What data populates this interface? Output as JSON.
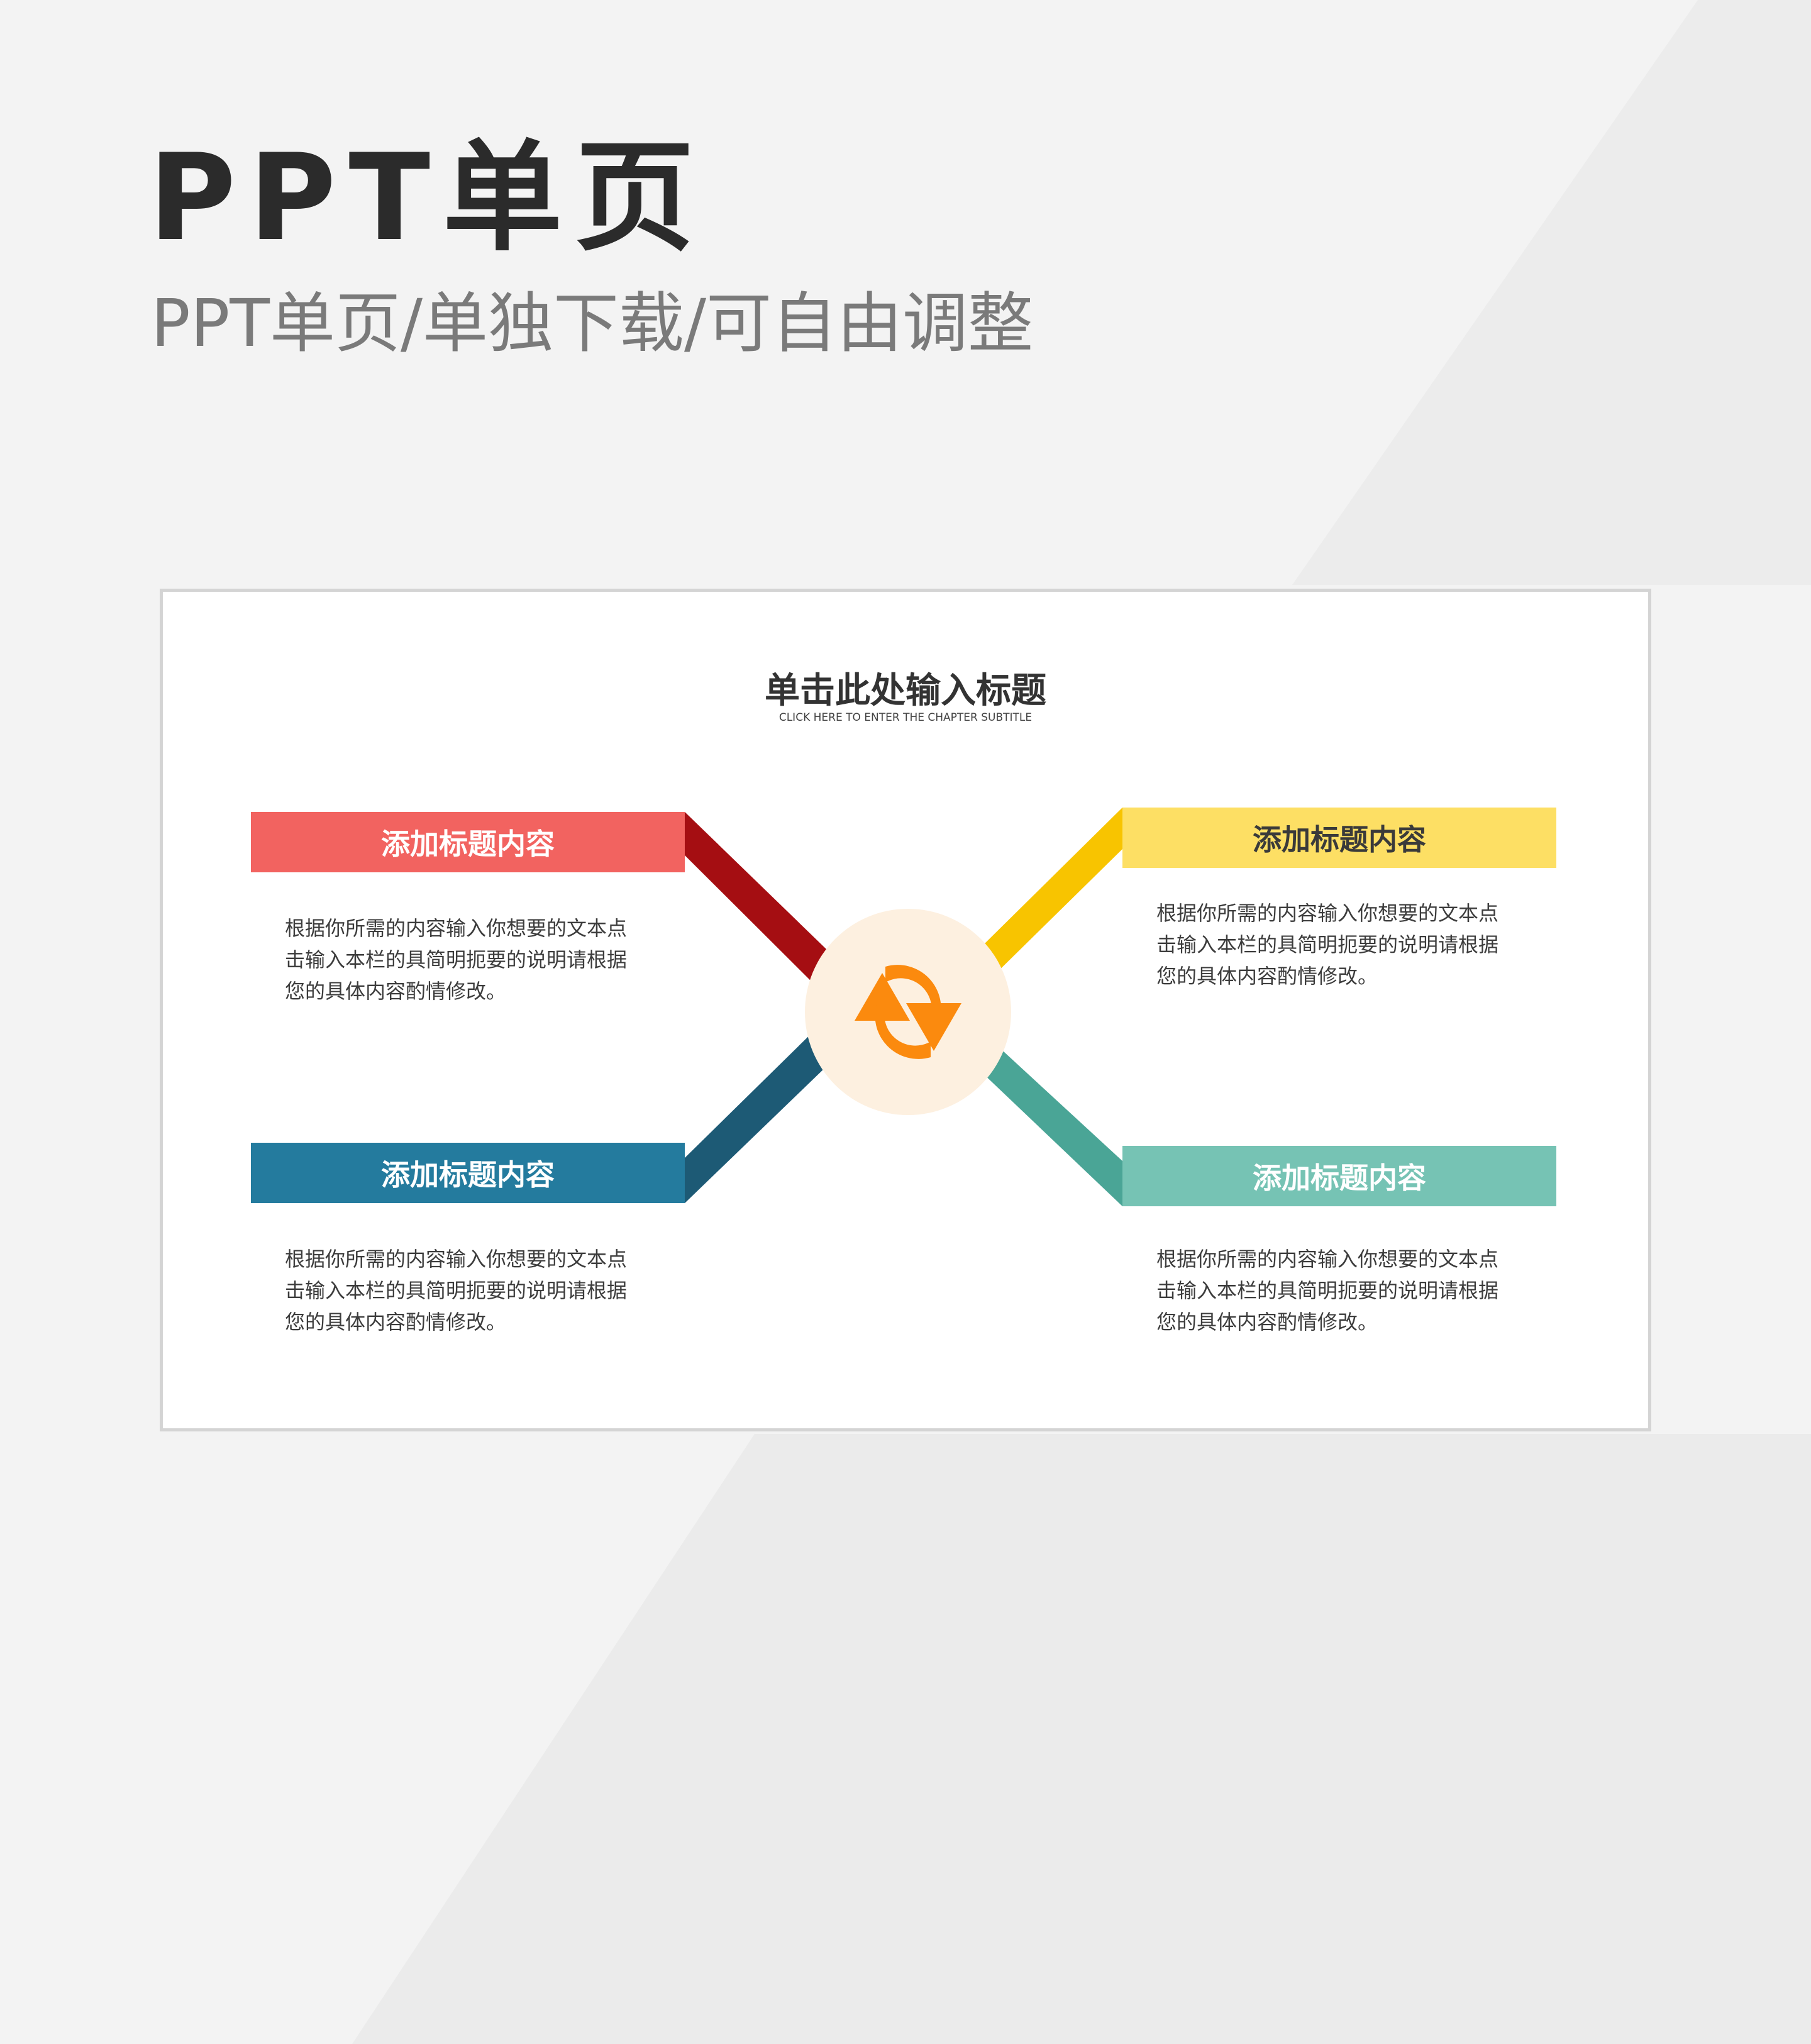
{
  "header": {
    "title": "PPT单页",
    "subtitle": "PPT单页/单独下载/可自由调整"
  },
  "slide": {
    "title": "单击此处输入标题",
    "subtitle": "CLICK HERE TO ENTER THE CHAPTER SUBTITLE",
    "center_icon": "refresh-icon",
    "items": [
      {
        "heading": "添加标题内容",
        "body_lines": [
          "根据你所需的内容输入你想要的文本点",
          "击输入本栏的具简明扼要的说明请根据",
          "您的具体内容酌情修改。"
        ]
      },
      {
        "heading": "添加标题内容",
        "body_lines": [
          "根据你所需的内容输入你想要的文本点",
          "击输入本栏的具简明扼要的说明请根据",
          "您的具体内容酌情修改。"
        ]
      },
      {
        "heading": "添加标题内容",
        "body_lines": [
          "根据你所需的内容输入你想要的文本点",
          "击输入本栏的具简明扼要的说明请根据",
          "您的具体内容酌情修改。"
        ]
      },
      {
        "heading": "添加标题内容",
        "body_lines": [
          "根据你所需的内容输入你想要的文本点",
          "击输入本栏的具简明扼要的说明请根据",
          "您的具体内容酌情修改。"
        ]
      }
    ]
  },
  "colors": {
    "red": "#f26360",
    "red_dark": "#a50e12",
    "blue": "#247b9e",
    "blue_dark": "#1d5a75",
    "yellow": "#fddf64",
    "yellow_dark": "#f8c400",
    "teal": "#76c3b4",
    "teal_dark": "#4aa596",
    "center_circle": "#fdf0e0",
    "icon_orange": "#fb8a0e"
  }
}
